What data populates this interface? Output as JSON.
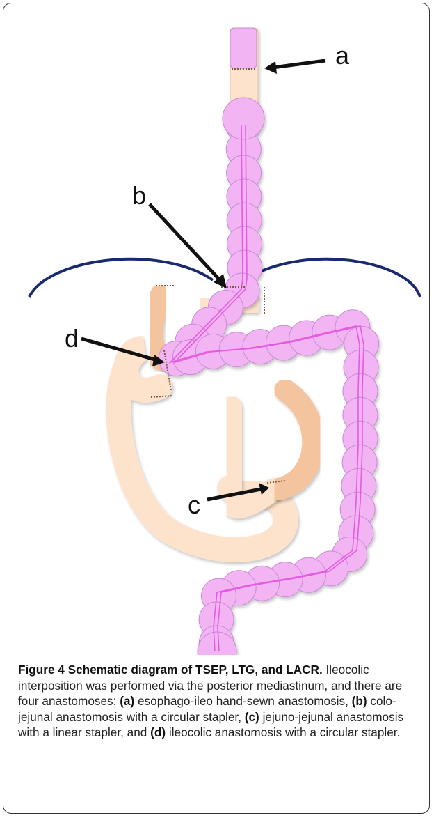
{
  "figure": {
    "labels": {
      "a": "a",
      "b": "b",
      "c": "c",
      "d": "d"
    },
    "colors": {
      "colon_fill": "#f2b4f2",
      "colon_stroke": "#c788d8",
      "colon_stripe": "#e45ae0",
      "jejunum_fill": "#fde3cc",
      "jejunum_dark": "#f4c49e",
      "mediastinum_line": "#1a2a6e"
    }
  },
  "caption": {
    "title": "Figure 4 Schematic diagram of TSEP, LTG, and LACR.",
    "intro": "Ileocolic interposition was performed via the posterior mediastinum, and there are four anastomoses:",
    "items": [
      {
        "marker": "(a)",
        "text": "esophago-ileo hand-sewn anastomosis,"
      },
      {
        "marker": "(b)",
        "text": "colo-jejunal anastomosis with a circular stapler,"
      },
      {
        "marker": "(c)",
        "text": "jejuno-jejunal anastomosis with a linear stapler, and"
      },
      {
        "marker": "(d)",
        "text": "ileocolic anastomosis with a circular stapler."
      }
    ]
  }
}
